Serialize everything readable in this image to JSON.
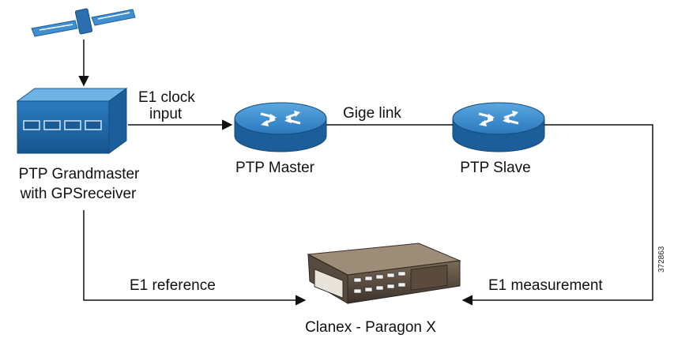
{
  "diagram": {
    "nodes": {
      "satellite": {
        "icon": "satellite-icon"
      },
      "grandmaster": {
        "label_line1": "PTP Grandmaster",
        "label_line2": "with GPSreceiver",
        "icon": "gps-receiver-icon"
      },
      "master": {
        "label": "PTP Master",
        "icon": "router-icon"
      },
      "slave": {
        "label": "PTP Slave",
        "icon": "router-icon"
      },
      "tester": {
        "label": "Clanex - Paragon X",
        "icon": "test-equipment-icon"
      }
    },
    "links": {
      "gm_to_master_line1": "E1 clock",
      "gm_to_master_line2": "input",
      "master_to_slave": "Gige link",
      "gm_to_tester": "E1 reference",
      "slave_to_tester": "E1 measurement"
    },
    "figure_id": "372863",
    "colors": {
      "device_blue": "#1f6fb0",
      "device_light": "#4a9bd8",
      "line": "#111111"
    }
  }
}
